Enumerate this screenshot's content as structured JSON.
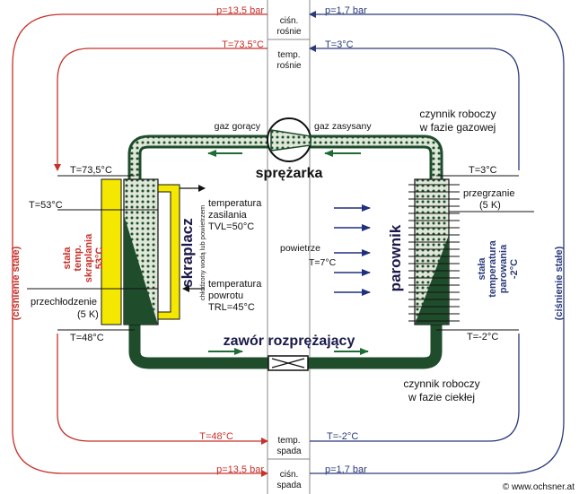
{
  "colors": {
    "hot": "#c8302a",
    "cold": "#2a3a7a",
    "pipe_dark": "#1f4d2c",
    "pipe_light": "#dfe8d8",
    "condenser_yellow": "#f5e800",
    "arrow_green": "#1f6b34",
    "arrow_blue": "#1f2f80"
  },
  "top": {
    "pressure_high": "p=13,5 bar",
    "pressure_label_1": "ciśn.",
    "pressure_label_2": "rośnie",
    "pressure_low": "p=1,7 bar",
    "temp_high": "T=73,5°C",
    "temp_label_1": "temp.",
    "temp_label_2": "rośnie",
    "temp_low": "T=3°C"
  },
  "bottom": {
    "temp_high": "T=48°C",
    "temp_label_1": "temp.",
    "temp_label_2": "spada",
    "temp_low": "T=-2°C",
    "pressure_high": "p=13,5 bar",
    "pressure_label_1": "ciśn.",
    "pressure_label_2": "spada",
    "pressure_low": "p=1,7 bar"
  },
  "compressor": {
    "label": "sprężarka",
    "hot_gas": "gaz gorący",
    "suction_gas": "gaz zasysany"
  },
  "working_fluid_gas_1": "czynnik roboczy",
  "working_fluid_gas_2": "w fazie gazowej",
  "working_fluid_liquid_1": "czynnik roboczy",
  "working_fluid_liquid_2": "w fazie ciekłej",
  "condenser": {
    "label": "skraplacz",
    "sub_label": "chłodzony wodą lub powietrzem",
    "t_in": "T=73,5°C",
    "t_cond": "T=53°C",
    "t_out": "T=48°C",
    "subcooling_1": "przechłodzenie",
    "subcooling_2": "(5 K)",
    "const_temp_1": "stała",
    "const_temp_2": "temp.",
    "const_temp_3": "skraplania",
    "const_temp_4": "53°C",
    "supply_1": "temperatura",
    "supply_2": "zasilania",
    "supply_3": "TVL=50°C",
    "return_1": "temperatura",
    "return_2": "powrotu",
    "return_3": "TRL=45°C"
  },
  "evaporator": {
    "label": "parownik",
    "t_out": "T=3°C",
    "t_in": "T=-2°C",
    "superheat_1": "przegrzanie",
    "superheat_2": "(5 K)",
    "air_1": "powietrze",
    "air_2": "T=7°C",
    "const_temp_1": "stała",
    "const_temp_2": "temperatura",
    "const_temp_3": "parowania",
    "const_temp_4": "-2°C"
  },
  "expansion_valve": "zawór rozprężający",
  "left_side": "(ciśnienie stałe)",
  "right_side": "(ciśnienie stałe)",
  "copyright": "© www.ochsner.at"
}
